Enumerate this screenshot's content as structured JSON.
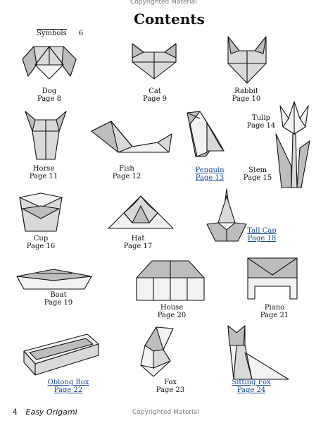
{
  "watermark_top": "Copyrighted Material",
  "watermark_bottom": "Copyrighted Material",
  "title": "Contents",
  "symbols": {
    "label": "Symbols",
    "page": "6"
  },
  "entries": [
    {
      "name": "Dog",
      "page": "Page 8",
      "icon": "dog-model"
    },
    {
      "name": "Cat",
      "page": "Page 9",
      "icon": "cat-model"
    },
    {
      "name": "Rabbit",
      "page": "Page 10",
      "icon": "rabbit-model"
    },
    {
      "name": "Horse",
      "page": "Page 11",
      "icon": "horse-model"
    },
    {
      "name": "Fish",
      "page": "Page 12",
      "icon": "fish-model"
    },
    {
      "name": "Penguin",
      "page": "Page 13",
      "icon": "penguin-model"
    },
    {
      "name": "Tulip",
      "page": "Page 14",
      "icon": "tulip-model"
    },
    {
      "name": "Stem",
      "page": "Page 15",
      "icon": "stem-model"
    },
    {
      "name": "Cup",
      "page": "Page 16",
      "icon": "cup-model"
    },
    {
      "name": "Hat",
      "page": "Page 17",
      "icon": "hat-model"
    },
    {
      "name": "Tall Cap",
      "page": "Page 18",
      "icon": "tall-cap-model"
    },
    {
      "name": "Boat",
      "page": "Page 19",
      "icon": "boat-model"
    },
    {
      "name": "House",
      "page": "Page 20",
      "icon": "house-model"
    },
    {
      "name": "Piano",
      "page": "Page 21",
      "icon": "piano-model"
    },
    {
      "name": "Oblong Box",
      "page": "Page 22",
      "icon": "oblong-box-model"
    },
    {
      "name": "Fox",
      "page": "Page 23",
      "icon": "fox-model"
    },
    {
      "name": "Sitting Fox",
      "page": "Page 24",
      "icon": "sitting-fox-model"
    }
  ],
  "footer": {
    "page_number": "4",
    "book_title": "Easy Origami"
  }
}
